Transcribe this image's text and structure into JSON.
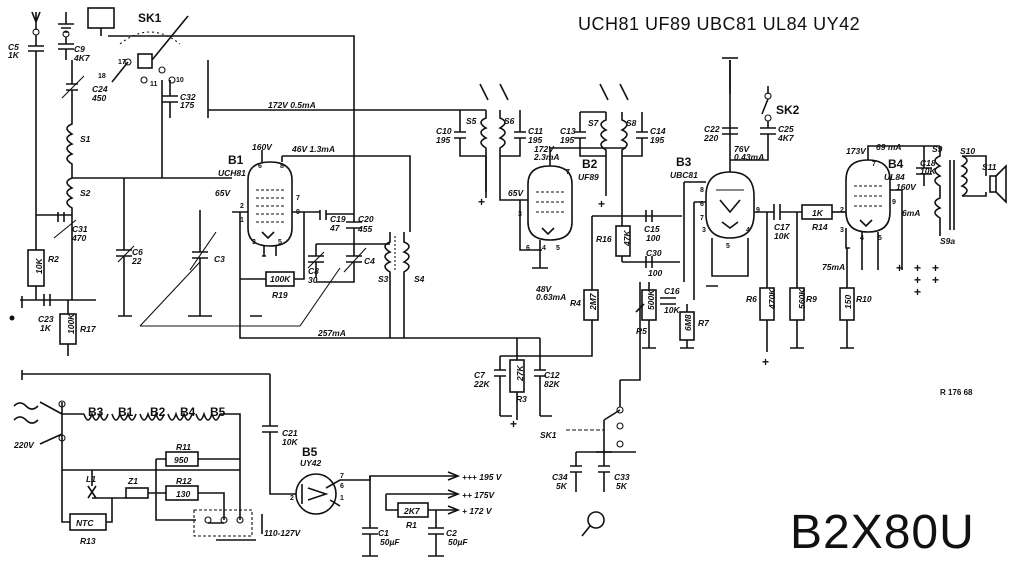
{
  "header": {
    "tube_lineup": "UCH81  UF89  UBC81  UL84  UY42"
  },
  "footer": {
    "model": "B2X80U",
    "drawing_ref": "R 176 68"
  },
  "tubes": [
    {
      "id": "B1",
      "type": "UCH81"
    },
    {
      "id": "B2",
      "type": "UF89"
    },
    {
      "id": "B3",
      "type": "UBC81"
    },
    {
      "id": "B4",
      "type": "UL84"
    },
    {
      "id": "B5",
      "type": "UY42"
    }
  ],
  "switches": {
    "sk1": "SK1",
    "sk2": "SK2",
    "sk1_bottom": "SK1"
  },
  "coils": {
    "s1": "S1",
    "s2": "S2",
    "s3": "S3",
    "s4": "S4",
    "s5": "S5",
    "s6": "S6",
    "s7": "S7",
    "s8": "S8",
    "s9": "S9",
    "s9a": "S9a",
    "s10": "S10",
    "s11": "S11"
  },
  "components": {
    "c5": "C5",
    "c5v": "1K",
    "c9": "C9",
    "c9v": "4K7",
    "c24": "C24",
    "c24v": "450",
    "c32": "C32",
    "c32v": "175",
    "c31": "C31",
    "c31v": "470",
    "c6": "C6",
    "c6v": "22",
    "c23": "C23",
    "c23v": "1K",
    "r2": "R2",
    "r2v": "10K",
    "r17": "R17",
    "r17v": "100K",
    "c3": "C3",
    "c19": "C19",
    "c19v": "47",
    "c20": "C20",
    "c20v": "455",
    "c8": "C8",
    "c8v": "30",
    "c4": "C4",
    "r19": "R19",
    "r19v": "100K",
    "c10": "C10",
    "c10v": "195",
    "c11": "C11",
    "c11v": "195",
    "c13": "C13",
    "c13v": "195",
    "c14": "C14",
    "c14v": "195",
    "c7": "C7",
    "c7v": "22K",
    "c12": "C12",
    "c12v": "82K",
    "r3": "R3",
    "r3v": "27K",
    "r4": "R4",
    "r4v": "2M7",
    "r16": "R16",
    "r16v": "47K",
    "c15": "C15",
    "c15v": "100",
    "c30": "C30",
    "c30v": "100",
    "r5": "R5",
    "r5v": "500K",
    "c16": "C16",
    "c16v": "10K",
    "r7": "R7",
    "r7v": "6M8",
    "c22": "C22",
    "c22v": "220",
    "c25": "C25",
    "c25v": "4K7",
    "c17": "C17",
    "c17v": "10K",
    "r14": "R14",
    "r14v": "1K",
    "r6": "R6",
    "r6v": "470K",
    "r9": "R9",
    "r9v": "560K",
    "r10": "R10",
    "r10v": "150",
    "c18": "C18",
    "c18v": "10K",
    "c21": "C21",
    "c21v": "10K",
    "r11": "R11",
    "r11v": "950",
    "r12": "R12",
    "r12v": "130",
    "r13": "R13",
    "r13v": "NTC",
    "l1": "L1",
    "z1": "Z1",
    "c1": "C1",
    "c1v": "50µF",
    "c2": "C2",
    "c2v": "50µF",
    "r1": "R1",
    "r1v": "2K7",
    "c34": "C34",
    "c34v": "5K",
    "c33": "C33",
    "c33v": "5K"
  },
  "voltages": {
    "b1_anode": "172V 0.5mA",
    "b1_160": "160V",
    "b1_46": "46V 1.3mA",
    "b1_65": "65V",
    "b2_172": "172V",
    "b2_23": "2.3mA",
    "b2_65": "65V",
    "b2_48": "48V",
    "b2_063": "0.63mA",
    "b3_76": "76V",
    "b3_043": "0.43mA",
    "b4_173": "173V",
    "b4_69": "69 mA",
    "b4_160": "160V",
    "b4_6": "6mA",
    "b4_75": "75mA",
    "b1_257": "257mA",
    "v220": "220V",
    "v110": "110-127V",
    "rail195": "+++ 195 V",
    "rail175": "++ 175V",
    "rail172": "+ 172 V"
  },
  "heaters": {
    "b3": "B3",
    "b1": "B1",
    "b2": "B2",
    "b4": "B4",
    "b5": "B5"
  }
}
